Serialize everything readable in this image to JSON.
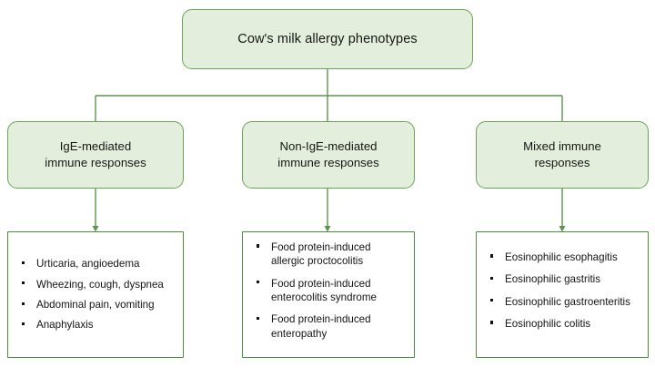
{
  "diagram": {
    "title": "Cow's milk allergy phenotypes",
    "colors": {
      "node_fill": "#e3efdc",
      "node_border": "#6aa457",
      "list_border": "#4f8a3d",
      "connector": "#5d9350",
      "text": "#161616",
      "background": "#ffffff"
    },
    "root": {
      "label": "Cow's milk allergy phenotypes"
    },
    "categories": [
      {
        "label": "IgE-mediated\nimmune responses",
        "line1": "IgE-mediated",
        "line2": "immune responses"
      },
      {
        "label": "Non-IgE-mediated\nimmune responses",
        "line1": "Non-IgE-mediated",
        "line2": "immune responses"
      },
      {
        "label": "Mixed immune\nresponses",
        "line1": "Mixed immune",
        "line2": "responses"
      }
    ],
    "lists": [
      {
        "items": [
          "Urticaria, angioedema",
          "Wheezing, cough, dyspnea",
          "Abdominal pain, vomiting",
          "Anaphylaxis"
        ]
      },
      {
        "items": [
          "Food protein-induced allergic proctocolitis",
          "Food protein-induced enterocolitis syndrome",
          "Food protein-induced enteropathy"
        ]
      },
      {
        "items": [
          "Eosinophilic esophagitis",
          "Eosinophilic gastritis",
          "Eosinophilic gastroenteritis",
          "Eosinophilic colitis"
        ]
      }
    ]
  }
}
